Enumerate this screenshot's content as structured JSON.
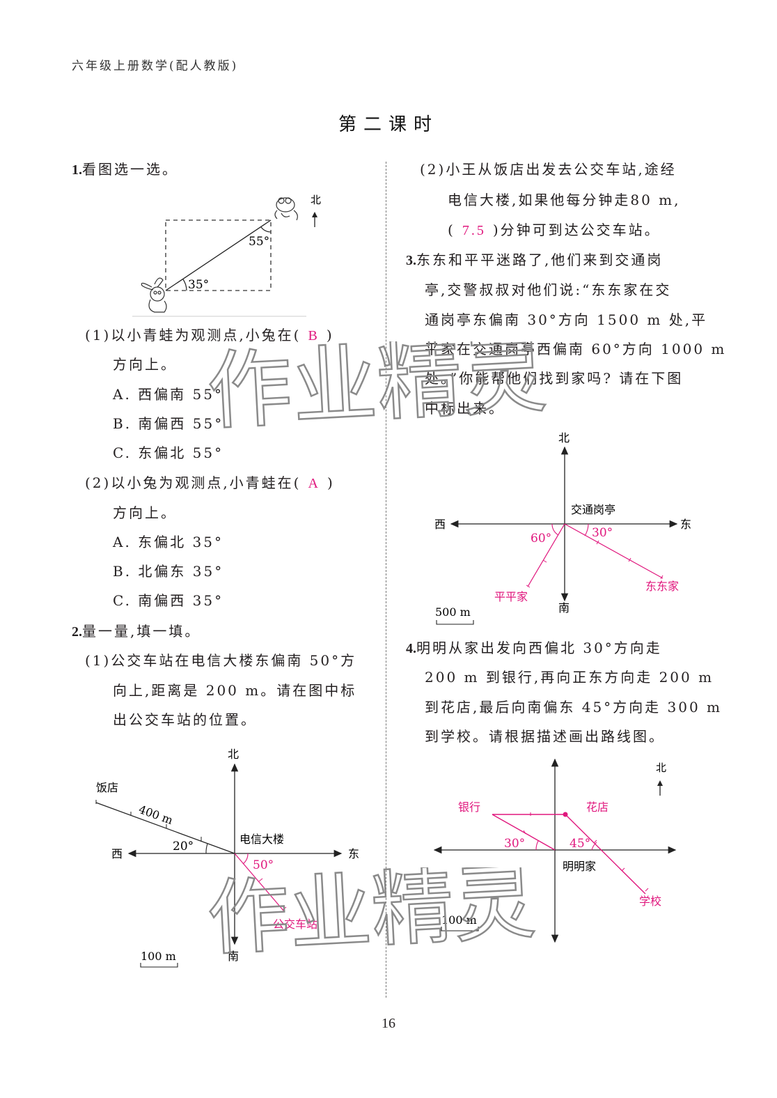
{
  "header": {
    "book_title": "六年级上册数学(配人教版)"
  },
  "page_title": "第二课时",
  "page_number": "16",
  "colors": {
    "answer_pink": "#e0177d",
    "text": "#231f20",
    "watermark": "#8a8a8a"
  },
  "watermark_text": "作业精灵",
  "q1": {
    "number": "1.",
    "prompt": "看图选一选。",
    "figure": {
      "north_label": "北",
      "angle_rabbit": "35°",
      "angle_frog": "55°",
      "rabbit_icon": "rabbit-icon",
      "frog_icon": "frog-icon"
    },
    "sub1": {
      "prefix": "(1)以小青蛙为观测点,小兔在(",
      "answer": "B",
      "suffix": ")",
      "cont": "方向上。",
      "options": [
        "A. 西偏南 55°",
        "B. 南偏西 55°",
        "C. 东偏北 55°"
      ]
    },
    "sub2": {
      "prefix": "(2)以小兔为观测点,小青蛙在(",
      "answer": "A",
      "suffix": ")",
      "cont": "方向上。",
      "options": [
        "A. 东偏北 35°",
        "B. 北偏东 35°",
        "C. 南偏西 35°"
      ]
    }
  },
  "q2": {
    "number": "2.",
    "prompt": "量一量,填一填。",
    "sub1_lines": [
      "(1)公交车站在电信大楼东偏南 50°方",
      "向上,距离是 200 m。请在图中标",
      "出公交车站的位置。"
    ],
    "figure": {
      "north": "北",
      "south": "南",
      "east": "东",
      "west": "西",
      "center": "电信大楼",
      "restaurant": "饭店",
      "dist_label": "400 m",
      "angle_restaurant": "20°",
      "angle_bus": "50°",
      "bus_stop": "公交车站",
      "scale": "100 m"
    },
    "sub2_lines": [
      "(2)小王从饭店出发去公交车站,途经",
      "电信大楼,如果他每分钟走80 m,"
    ],
    "sub2_answer_open": "(",
    "sub2_answer": "7.5",
    "sub2_answer_close": ")分钟可到达公交车站。"
  },
  "q3": {
    "number": "3.",
    "lines": [
      "东东和平平迷路了,他们来到交通岗",
      "亭,交警叔叔对他们说:“东东家在交",
      "通岗亭东偏南 30°方向 1500 m 处,平",
      "平家在交通岗亭西偏南 60°方向 1000 m",
      "处。”你能帮他们找到家吗? 请在下图",
      "中标出来。"
    ],
    "figure": {
      "north": "北",
      "south": "南",
      "east": "东",
      "west": "西",
      "center": "交通岗亭",
      "angle_west": "60°",
      "angle_east": "30°",
      "pingping_home": "平平家",
      "dongdong_home": "东东家",
      "scale": "500 m"
    }
  },
  "q4": {
    "number": "4.",
    "lines": [
      "明明从家出发向西偏北 30°方向走",
      "200 m 到银行,再向正东方向走 200 m",
      "到花店,最后向南偏东 45°方向走 300 m",
      "到学校。请根据描述画出路线图。"
    ],
    "figure": {
      "north": "北",
      "center": "明明家",
      "bank": "银行",
      "flower_shop": "花店",
      "school": "学校",
      "angle_bank": "30°",
      "angle_school": "45°",
      "scale": "100 m"
    }
  }
}
